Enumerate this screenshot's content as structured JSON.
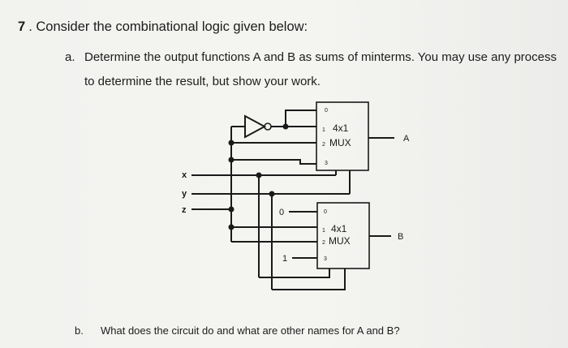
{
  "question": {
    "number": "7",
    "title": "Consider the combinational logic given below:",
    "part_a_label": "a.",
    "part_a_line1": "Determine the output functions A and B as sums of minterms. You may use any process",
    "part_a_line2": "to determine the result, but show your work.",
    "part_b_label": "b.",
    "part_b_text": "What does the circuit do and what are other names for A and B?"
  },
  "circuit": {
    "inputs": [
      "x",
      "y",
      "z"
    ],
    "mux_top": {
      "inputs": [
        "0",
        "1",
        "2",
        "3"
      ],
      "line1": "4x1",
      "line2": "MUX",
      "output": "A"
    },
    "mux_bottom": {
      "inputs": [
        "0",
        "1",
        "2",
        "3"
      ],
      "line1": "4x1",
      "line2": "MUX",
      "output": "B"
    },
    "const_zero": "0",
    "const_one": "1"
  }
}
